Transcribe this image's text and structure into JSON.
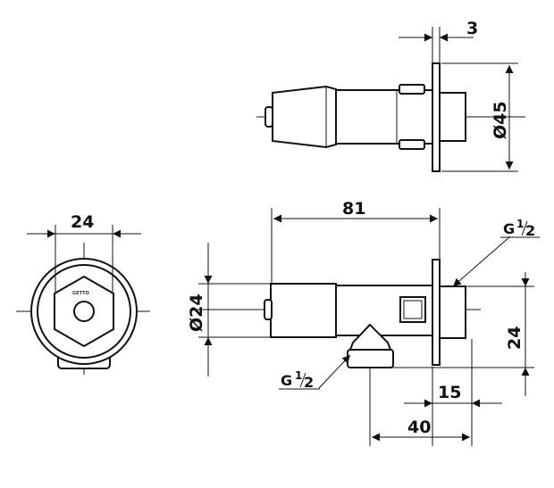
{
  "top_view": {
    "dim_flange_thickness": "3",
    "dim_flange_diameter": "Ø45"
  },
  "side_view": {
    "dim_length": "81",
    "dim_body_diameter": "Ø24",
    "dim_offset_height": "24",
    "dim_outlet_offset": "15",
    "dim_inlet_offset": "40",
    "thread_outlet": {
      "prefix": "G",
      "numerator": "1",
      "denominator": "2"
    },
    "thread_inlet": {
      "prefix": "G",
      "numerator": "1",
      "denominator": "2"
    }
  },
  "end_view": {
    "dim_width": "24",
    "brand_mark": "GETTO"
  }
}
